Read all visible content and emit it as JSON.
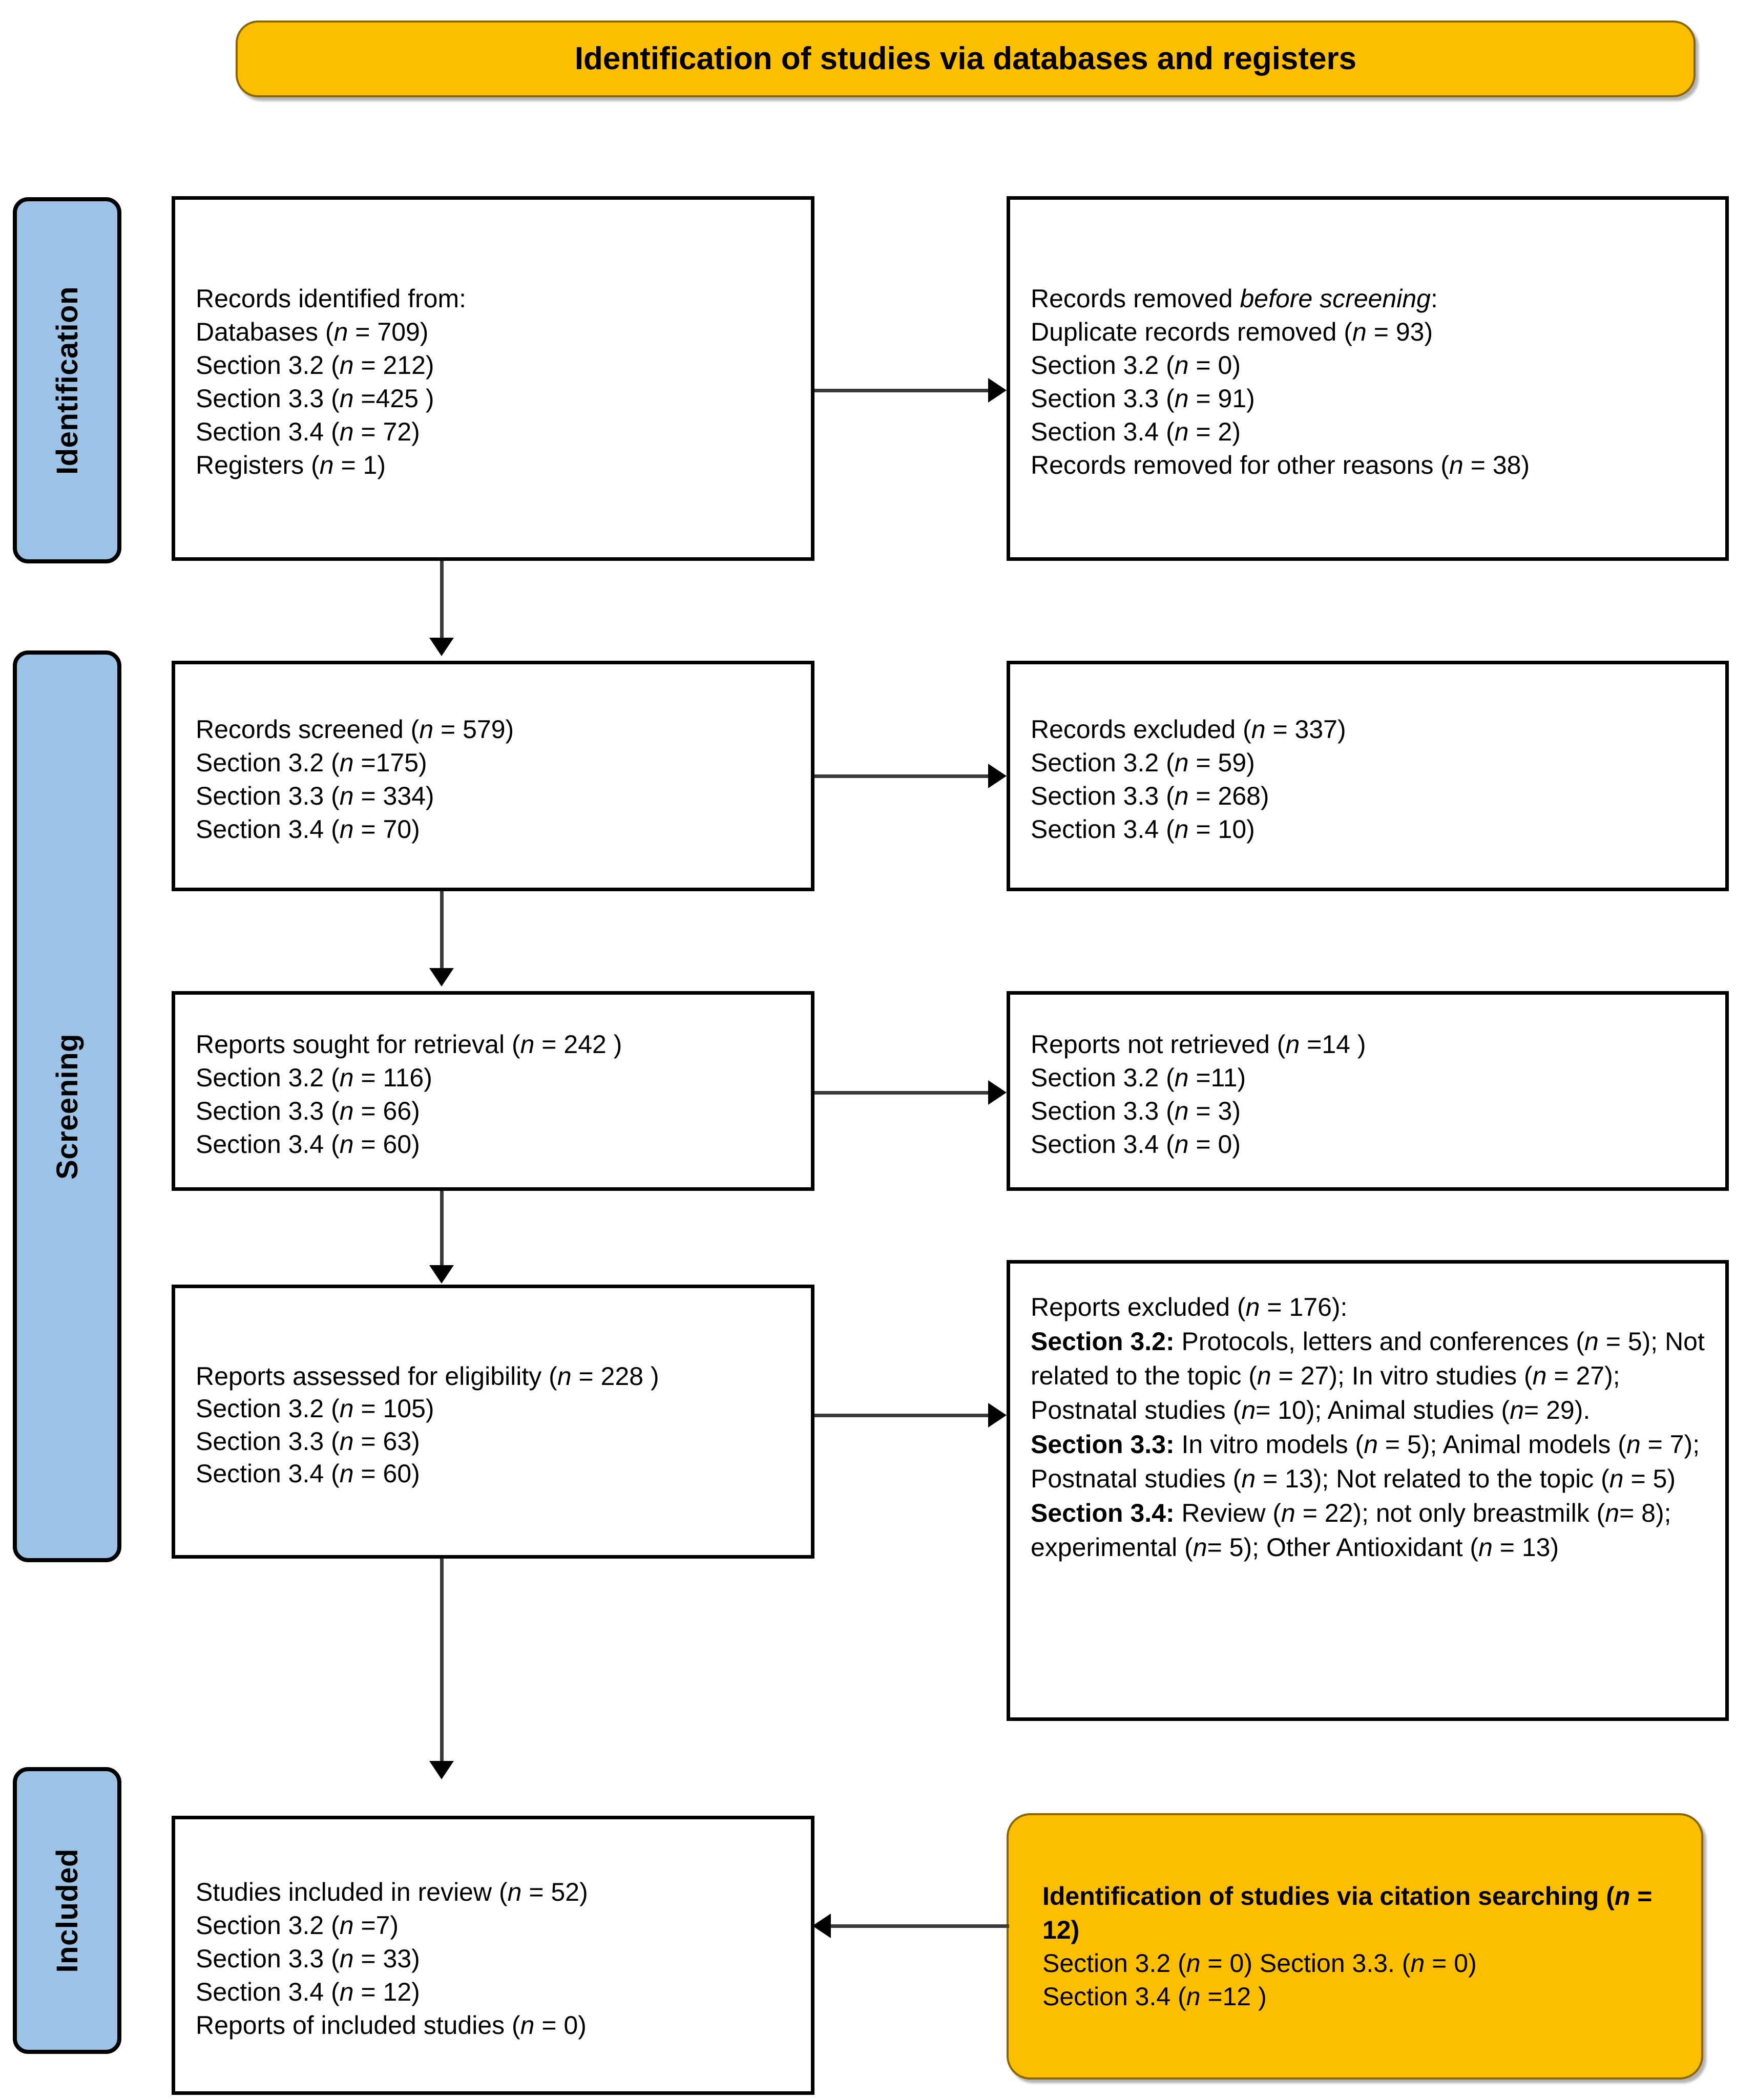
{
  "banner": {
    "title": "Identification of studies via databases and registers",
    "color": "#FCBE00"
  },
  "rails": {
    "color": "#9CC3E5",
    "identification": "Identification",
    "screening": "Screening",
    "included": "Included"
  },
  "boxes": {
    "records_identified": {
      "lines": [
        "Records identified from:",
        "Databases  (n = 709)",
        "Section 3.2 (n = 212)",
        "Section 3.3 (n =425 )",
        "Section 3.4 (n = 72)",
        "Registers  (n = 1)"
      ]
    },
    "records_removed": {
      "lines": [
        "Records removed before screening:",
        "Duplicate records removed  (n = 93)",
        "Section 3.2 (n = 0)",
        "Section 3.3 (n = 91)",
        "Section 3.4 (n = 2)",
        "Records removed  for other reasons (n = 38)"
      ]
    },
    "records_screened": {
      "lines": [
        "Records screened (n = 579)",
        "Section 3.2 (n =175)",
        "Section 3.3 (n = 334)",
        "Section 3.4 (n = 70)"
      ]
    },
    "records_excluded": {
      "lines": [
        "Records excluded  (n = 337)",
        "Section 3.2 (n = 59)",
        "Section 3.3 (n = 268)",
        "Section 3.4 (n = 10)"
      ]
    },
    "reports_sought": {
      "lines": [
        "Reports sought for retrieval (n = 242 )",
        "Section 3.2 (n = 116)",
        "Section 3.3 (n = 66)",
        "Section 3.4 (n = 60)"
      ]
    },
    "reports_not_retrieved": {
      "lines": [
        "Reports not retrieved (n =14 )",
        "Section 3.2 (n =11)",
        "Section 3.3 (n = 3)",
        "Section 3.4 (n = 0)"
      ]
    },
    "reports_assessed": {
      "lines": [
        "Reports assessed  for eligibility (n = 228 )",
        "Section 3.2 (n = 105)",
        "Section 3.3 (n = 63)",
        "Section 3.4 (n = 60)"
      ]
    },
    "reports_excluded": {
      "heading": "Reports excluded  (n = 176):",
      "section_32_label": "Section 3.2:",
      "section_32_text": " Protocols, letters and conferences (n = 5); Not related to the topic (n = 27); In vitro studies (n = 27); Postnatal studies (n= 10); Animal studies (n= 29).",
      "section_33_label": "Section 3.3:",
      "section_33_text": " In vitro models (n = 5); Animal models (n = 7); Postnatal studies (n = 13); Not related to the topic (n = 5)",
      "section_34_label": "Section 3.4:",
      "section_34_text": " Review (n = 22); not only breastmilk (n= 8); experimental  (n= 5); Other Antioxidant (n = 13)"
    },
    "studies_included": {
      "lines": [
        "Studies included in review (n = 52)",
        "Section 3.2 (n =7)",
        "Section 3.3 (n = 33)",
        "Section 3.4 (n = 12)",
        "Reports of included studies (n = 0)"
      ]
    },
    "citation_searching": {
      "heading": "Identification  of studies via citation searching (n = 12)",
      "line2": "Section 3.2 (n = 0) Section 3.3. (n = 0)",
      "line3": "Section 3.4 (n =12 )",
      "color": "#FCBE00"
    }
  }
}
